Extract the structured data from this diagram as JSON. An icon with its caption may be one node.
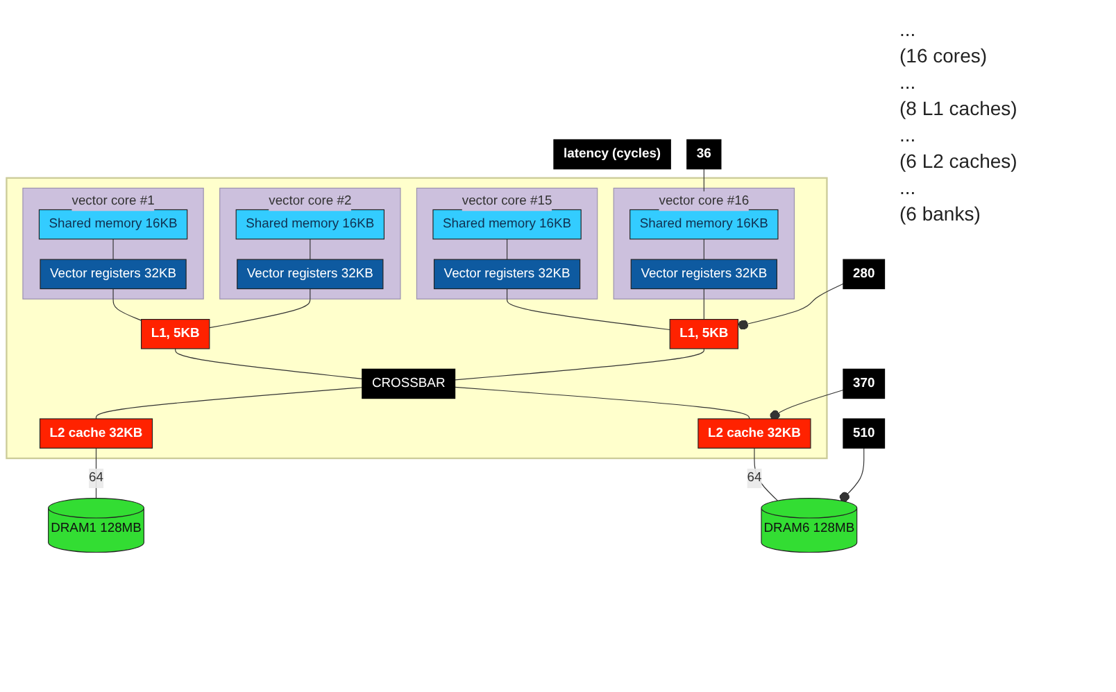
{
  "diagram": {
    "nodes": [
      {
        "text": [],
        "shape": "box"
      },
      {
        "text": [
          "vector core #1"
        ],
        "in": 0
      },
      {
        "text": [
          "Shared memory 16KB"
        ],
        "in": 1
      },
      {
        "text": [
          "Vector registers 32KB"
        ],
        "in": 1
      },
      {
        "text": [
          "vector core #2"
        ],
        "in": 0
      },
      {
        "text": [
          "Shared memory 16KB"
        ],
        "in": 4
      },
      {
        "text": [
          "Vector registers 32KB"
        ],
        "in": 4
      },
      {
        "text": [
          "vector core #15"
        ],
        "in": 0
      },
      {
        "text": [
          "Shared memory 16KB"
        ],
        "in": 7
      },
      {
        "text": [
          "Vector registers 32KB"
        ],
        "in": 7
      },
      {
        "text": [
          "vector core #16"
        ],
        "in": 0
      },
      {
        "text": [
          "Shared memory 16KB"
        ],
        "in": 10
      },
      {
        "text": [
          "Vector registers 32KB"
        ],
        "in": 10
      },
      {
        "text": [
          "L1, 5KB"
        ],
        "in": 0
      },
      {
        "text": [
          "L1, 5KB"
        ],
        "in": 0
      },
      {
        "text": [
          "CROSSBAR"
        ],
        "in": 0
      },
      {
        "text": [
          "L2 cache 32KB"
        ],
        "in": 0
      },
      {
        "text": [
          "L2 cache 32KB"
        ],
        "in": 0
      },
      {
        "text": [
          "DRAM1 128MB"
        ]
      },
      {
        "text": [
          "DRAM6 128MB"
        ]
      },
      {
        "text": [
          "latency (cycles)"
        ]
      },
      {
        "text": [
          "36"
        ]
      },
      {
        "text": [
          "280"
        ]
      },
      {
        "text": [
          "370"
        ]
      },
      {
        "text": [
          "510"
        ]
      }
    ],
    "edges": [
      {
        "from": 2,
        "to": 3,
        "arrow": "none"
      },
      {
        "from": 5,
        "to": 6,
        "arrow": "none"
      },
      {
        "from": 8,
        "to": 9,
        "arrow": "none"
      },
      {
        "from": 11,
        "to": 12,
        "arrow": "none"
      },
      {
        "from": 3,
        "to": 13,
        "arrow": "none"
      },
      {
        "from": 6,
        "to": 13,
        "arrow": "none"
      },
      {
        "from": 9,
        "to": 14,
        "arrow": "none"
      },
      {
        "from": 12,
        "to": 14,
        "arrow": "none"
      },
      {
        "from": 13,
        "to": 15,
        "arrow": "none"
      },
      {
        "from": 14,
        "to": 15,
        "arrow": "none"
      },
      {
        "from": 15,
        "to": 16,
        "arrow": "none"
      },
      {
        "from": 15,
        "to": 17,
        "arrow": "none"
      },
      {
        "from": 16,
        "to": 18,
        "arrow": "none",
        "label": "64"
      },
      {
        "from": 17,
        "to": 19,
        "arrow": "none",
        "label": "64"
      },
      {
        "from": 21,
        "to": 11,
        "arrow": "other"
      },
      {
        "from": 22,
        "to": 14,
        "arrow": "other"
      },
      {
        "from": 23,
        "to": 17,
        "arrow": "other"
      },
      {
        "from": 24,
        "to": 19,
        "arrow": "other"
      }
    ],
    "labels": [
      "...",
      "(16 cores)",
      "...",
      "(8 L1 caches)",
      "...",
      "(6 L2 caches)",
      "...",
      "(6 banks)"
    ]
  }
}
